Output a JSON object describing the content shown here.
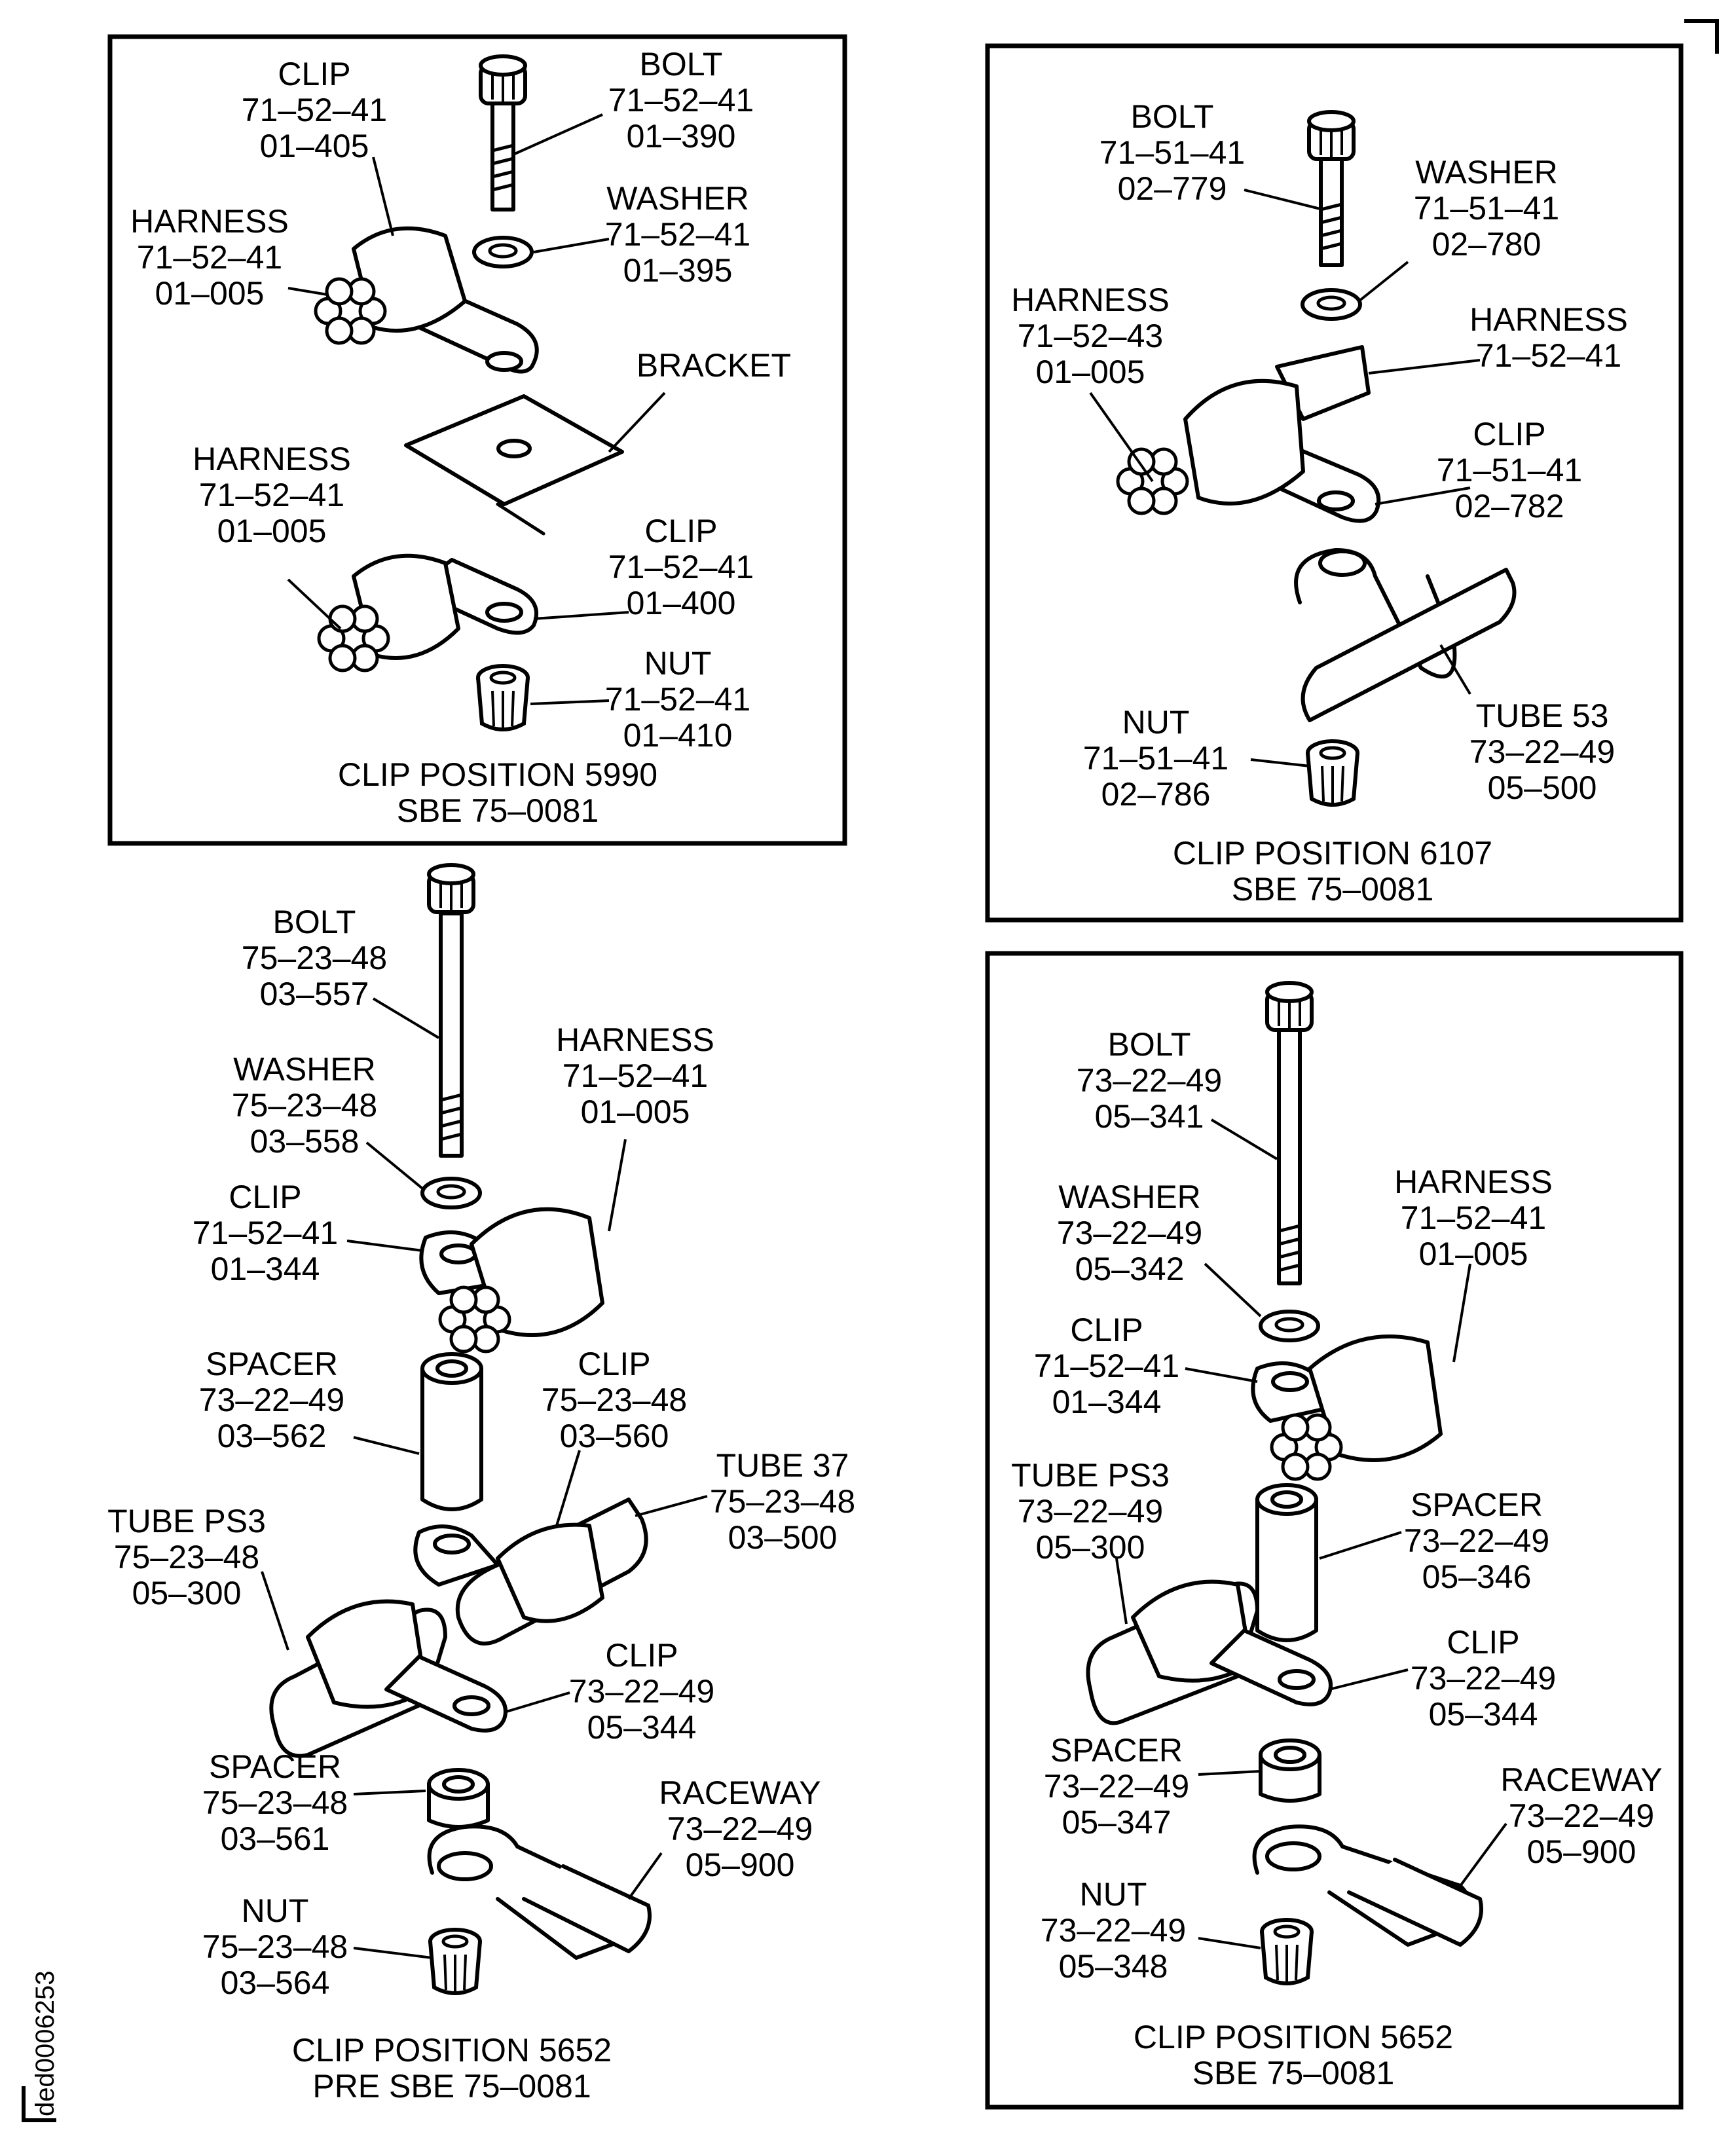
{
  "doc_id": "ded0006253",
  "panels": {
    "p5990": {
      "caption": [
        "CLIP POSITION 5990",
        "SBE 75–0081"
      ],
      "labels": {
        "clip_top": [
          "CLIP",
          "71–52–41",
          "01–405"
        ],
        "bolt": [
          "BOLT",
          "71–52–41",
          "01–390"
        ],
        "washer": [
          "WASHER",
          "71–52–41",
          "01–395"
        ],
        "harness_top": [
          "HARNESS",
          "71–52–41",
          "01–005"
        ],
        "bracket": [
          "BRACKET"
        ],
        "harness_bottom": [
          "HARNESS",
          "71–52–41",
          "01–005"
        ],
        "clip_bottom": [
          "CLIP",
          "71–52–41",
          "01–400"
        ],
        "nut": [
          "NUT",
          "71–52–41",
          "01–410"
        ]
      }
    },
    "p6107": {
      "caption": [
        "CLIP POSITION 6107",
        "SBE 75–0081"
      ],
      "labels": {
        "bolt": [
          "BOLT",
          "71–51–41",
          "02–779"
        ],
        "washer": [
          "WASHER",
          "71–51–41",
          "02–780"
        ],
        "harness_left": [
          "HARNESS",
          "71–52–43",
          "01–005"
        ],
        "harness_right": [
          "HARNESS",
          "71–52–41"
        ],
        "clip": [
          "CLIP",
          "71–51–41",
          "02–782"
        ],
        "nut": [
          "NUT",
          "71–51–41",
          "02–786"
        ],
        "tube": [
          "TUBE 53",
          "73–22–49",
          "05–500"
        ]
      }
    },
    "p5652pre": {
      "caption": [
        "CLIP POSITION 5652",
        "PRE SBE 75–0081"
      ],
      "labels": {
        "bolt": [
          "BOLT",
          "75–23–48",
          "03–557"
        ],
        "washer": [
          "WASHER",
          "75–23–48",
          "03–558"
        ],
        "harness": [
          "HARNESS",
          "71–52–41",
          "01–005"
        ],
        "clip_a": [
          "CLIP",
          "71–52–41",
          "01–344"
        ],
        "spacer_a": [
          "SPACER",
          "73–22–49",
          "03–562"
        ],
        "clip_b": [
          "CLIP",
          "75–23–48",
          "03–560"
        ],
        "tube37": [
          "TUBE 37",
          "75–23–48",
          "03–500"
        ],
        "tube_ps3": [
          "TUBE PS3",
          "75–23–48",
          "05–300"
        ],
        "clip_c": [
          "CLIP",
          "73–22–49",
          "05–344"
        ],
        "spacer_b": [
          "SPACER",
          "75–23–48",
          "03–561"
        ],
        "raceway": [
          "RACEWAY",
          "73–22–49",
          "05–900"
        ],
        "nut": [
          "NUT",
          "75–23–48",
          "03–564"
        ]
      }
    },
    "p5652": {
      "caption": [
        "CLIP POSITION 5652",
        "SBE 75–0081"
      ],
      "labels": {
        "bolt": [
          "BOLT",
          "73–22–49",
          "05–341"
        ],
        "washer": [
          "WASHER",
          "73–22–49",
          "05–342"
        ],
        "harness": [
          "HARNESS",
          "71–52–41",
          "01–005"
        ],
        "clip_a": [
          "CLIP",
          "71–52–41",
          "01–344"
        ],
        "tube_ps3": [
          "TUBE PS3",
          "73–22–49",
          "05–300"
        ],
        "spacer_a": [
          "SPACER",
          "73–22–49",
          "05–346"
        ],
        "clip_b": [
          "CLIP",
          "73–22–49",
          "05–344"
        ],
        "spacer_b": [
          "SPACER",
          "73–22–49",
          "05–347"
        ],
        "raceway": [
          "RACEWAY",
          "73–22–49",
          "05–900"
        ],
        "nut": [
          "NUT",
          "73–22–49",
          "05–348"
        ]
      }
    }
  }
}
